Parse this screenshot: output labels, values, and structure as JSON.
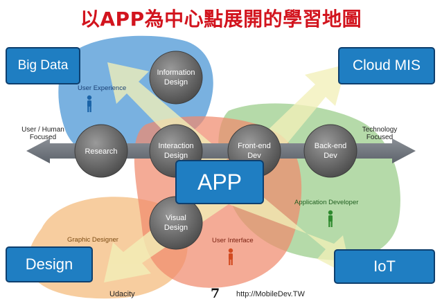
{
  "title": "以APP為中心點展開的學習地圖",
  "corners": {
    "big_data": "Big Data",
    "cloud_mis": "Cloud MIS",
    "design": "Design",
    "iot": "IoT"
  },
  "center": "APP",
  "axis": {
    "left_label_1": "User / Human",
    "left_label_2": "Focused",
    "right_label_1": "Technology",
    "right_label_2": "Focused"
  },
  "circles": {
    "information_design_1": "Information",
    "information_design_2": "Design",
    "research": "Research",
    "interaction_design_1": "Interaction",
    "interaction_design_2": "Design",
    "frontend_dev_1": "Front-end",
    "frontend_dev_2": "Dev",
    "backend_dev_1": "Back-end",
    "backend_dev_2": "Dev",
    "visual_design_1": "Visual",
    "visual_design_2": "Design"
  },
  "roles": {
    "user_experience": "User Experience",
    "application_developer": "Application Developer",
    "graphic_designer": "Graphic Designer",
    "user_interface": "User Interface"
  },
  "footer": {
    "source": "Udacity",
    "page": "7",
    "url": "http://MobileDev.TW"
  },
  "colors": {
    "title": "#d2141e",
    "box_fill": "#1f7ec2",
    "ux_blob": "#6aa9dd",
    "dev_blob": "#a8d49a",
    "ui_blob": "#f08a6e",
    "graphic_blob": "#f6c48e",
    "arrow_fill": "#f2f0b8"
  }
}
